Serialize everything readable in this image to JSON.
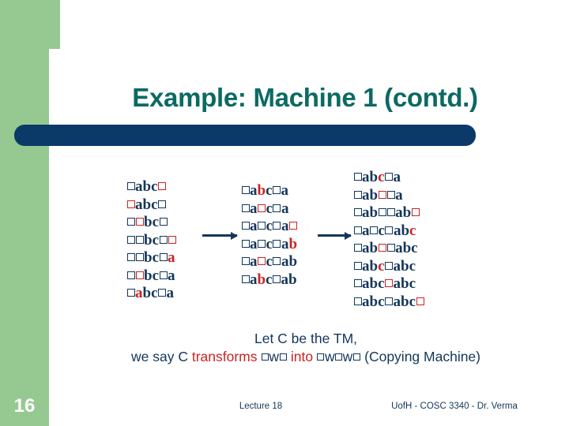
{
  "slide": {
    "title": "Example: Machine 1 (contd.)",
    "page_number": "16",
    "footer_left": "Lecture 18",
    "footer_right": "UofH - COSC 3340 - Dr. Verma",
    "colors": {
      "green": "#96c992",
      "navy_bar": "#0b3a69",
      "title_teal": "#0b6a63",
      "text_blue": "#14365a",
      "highlight_red": "#cc2222"
    }
  },
  "columns": [
    {
      "name": "column-1",
      "rows": [
        {
          "tokens": [
            {
              "t": "box",
              "c": "blue"
            },
            {
              "t": "text",
              "v": "abc",
              "c": "blue"
            },
            {
              "t": "box",
              "c": "red"
            }
          ]
        },
        {
          "tokens": [
            {
              "t": "box",
              "c": "red"
            },
            {
              "t": "text",
              "v": "abc",
              "c": "blue"
            },
            {
              "t": "box",
              "c": "blue"
            }
          ]
        },
        {
          "tokens": [
            {
              "t": "box",
              "c": "blue"
            },
            {
              "t": "box",
              "c": "red"
            },
            {
              "t": "text",
              "v": "bc",
              "c": "blue"
            },
            {
              "t": "box",
              "c": "blue"
            }
          ]
        },
        {
          "tokens": [
            {
              "t": "box",
              "c": "blue"
            },
            {
              "t": "box",
              "c": "blue"
            },
            {
              "t": "text",
              "v": "bc",
              "c": "blue"
            },
            {
              "t": "box",
              "c": "blue"
            },
            {
              "t": "box",
              "c": "red"
            }
          ]
        },
        {
          "tokens": [
            {
              "t": "box",
              "c": "blue"
            },
            {
              "t": "box",
              "c": "blue"
            },
            {
              "t": "text",
              "v": "bc",
              "c": "blue"
            },
            {
              "t": "box",
              "c": "blue"
            },
            {
              "t": "text",
              "v": "a",
              "c": "red"
            }
          ]
        },
        {
          "tokens": [
            {
              "t": "box",
              "c": "blue"
            },
            {
              "t": "box",
              "c": "red"
            },
            {
              "t": "text",
              "v": "bc",
              "c": "blue"
            },
            {
              "t": "box",
              "c": "blue"
            },
            {
              "t": "text",
              "v": "a",
              "c": "blue"
            }
          ]
        },
        {
          "tokens": [
            {
              "t": "box",
              "c": "blue"
            },
            {
              "t": "text",
              "v": "a",
              "c": "red"
            },
            {
              "t": "text",
              "v": "bc",
              "c": "blue"
            },
            {
              "t": "box",
              "c": "blue"
            },
            {
              "t": "text",
              "v": "a",
              "c": "blue"
            }
          ]
        }
      ]
    },
    {
      "name": "column-2",
      "rows": [
        {
          "tokens": [
            {
              "t": "box",
              "c": "blue"
            },
            {
              "t": "text",
              "v": "a",
              "c": "blue"
            },
            {
              "t": "text",
              "v": "b",
              "c": "red"
            },
            {
              "t": "text",
              "v": "c",
              "c": "blue"
            },
            {
              "t": "box",
              "c": "blue"
            },
            {
              "t": "text",
              "v": "a",
              "c": "blue"
            }
          ]
        },
        {
          "tokens": [
            {
              "t": "box",
              "c": "blue"
            },
            {
              "t": "text",
              "v": "a",
              "c": "blue"
            },
            {
              "t": "box",
              "c": "red"
            },
            {
              "t": "text",
              "v": "c",
              "c": "blue"
            },
            {
              "t": "box",
              "c": "blue"
            },
            {
              "t": "text",
              "v": "a",
              "c": "blue"
            }
          ]
        },
        {
          "tokens": [
            {
              "t": "box",
              "c": "blue"
            },
            {
              "t": "text",
              "v": "a",
              "c": "blue"
            },
            {
              "t": "box",
              "c": "blue"
            },
            {
              "t": "text",
              "v": "c",
              "c": "blue"
            },
            {
              "t": "box",
              "c": "blue"
            },
            {
              "t": "text",
              "v": "a",
              "c": "blue"
            },
            {
              "t": "box",
              "c": "red"
            }
          ]
        },
        {
          "tokens": [
            {
              "t": "box",
              "c": "blue"
            },
            {
              "t": "text",
              "v": "a",
              "c": "blue"
            },
            {
              "t": "box",
              "c": "blue"
            },
            {
              "t": "text",
              "v": "c",
              "c": "blue"
            },
            {
              "t": "box",
              "c": "blue"
            },
            {
              "t": "text",
              "v": "a",
              "c": "blue"
            },
            {
              "t": "text",
              "v": "b",
              "c": "red"
            }
          ]
        },
        {
          "tokens": [
            {
              "t": "box",
              "c": "blue"
            },
            {
              "t": "text",
              "v": "a",
              "c": "blue"
            },
            {
              "t": "box",
              "c": "red"
            },
            {
              "t": "text",
              "v": "c",
              "c": "blue"
            },
            {
              "t": "box",
              "c": "blue"
            },
            {
              "t": "text",
              "v": "ab",
              "c": "blue"
            }
          ]
        },
        {
          "tokens": [
            {
              "t": "box",
              "c": "blue"
            },
            {
              "t": "text",
              "v": "a",
              "c": "blue"
            },
            {
              "t": "text",
              "v": "b",
              "c": "red"
            },
            {
              "t": "text",
              "v": "c",
              "c": "blue"
            },
            {
              "t": "box",
              "c": "blue"
            },
            {
              "t": "text",
              "v": "ab",
              "c": "blue"
            }
          ]
        }
      ]
    },
    {
      "name": "column-3",
      "rows": [
        {
          "tokens": [
            {
              "t": "box",
              "c": "blue"
            },
            {
              "t": "text",
              "v": "ab",
              "c": "blue"
            },
            {
              "t": "text",
              "v": "c",
              "c": "red"
            },
            {
              "t": "box",
              "c": "blue"
            },
            {
              "t": "text",
              "v": "a",
              "c": "blue"
            }
          ]
        },
        {
          "tokens": [
            {
              "t": "box",
              "c": "blue"
            },
            {
              "t": "text",
              "v": "ab",
              "c": "blue"
            },
            {
              "t": "box",
              "c": "red"
            },
            {
              "t": "box",
              "c": "blue"
            },
            {
              "t": "text",
              "v": "a",
              "c": "blue"
            }
          ]
        },
        {
          "tokens": [
            {
              "t": "box",
              "c": "blue"
            },
            {
              "t": "text",
              "v": "ab",
              "c": "blue"
            },
            {
              "t": "box",
              "c": "blue"
            },
            {
              "t": "box",
              "c": "blue"
            },
            {
              "t": "text",
              "v": "ab",
              "c": "blue"
            },
            {
              "t": "box",
              "c": "red"
            }
          ]
        },
        {
          "tokens": [
            {
              "t": "box",
              "c": "blue"
            },
            {
              "t": "text",
              "v": "a",
              "c": "blue"
            },
            {
              "t": "box",
              "c": "blue"
            },
            {
              "t": "text",
              "v": "c",
              "c": "blue"
            },
            {
              "t": "box",
              "c": "blue"
            },
            {
              "t": "text",
              "v": "ab",
              "c": "blue"
            },
            {
              "t": "text",
              "v": "c",
              "c": "red"
            }
          ]
        },
        {
          "tokens": [
            {
              "t": "box",
              "c": "blue"
            },
            {
              "t": "text",
              "v": "ab",
              "c": "blue"
            },
            {
              "t": "box",
              "c": "red"
            },
            {
              "t": "box",
              "c": "blue"
            },
            {
              "t": "text",
              "v": "abc",
              "c": "blue"
            }
          ]
        },
        {
          "tokens": [
            {
              "t": "box",
              "c": "blue"
            },
            {
              "t": "text",
              "v": "ab",
              "c": "blue"
            },
            {
              "t": "text",
              "v": "c",
              "c": "red"
            },
            {
              "t": "box",
              "c": "blue"
            },
            {
              "t": "text",
              "v": "abc",
              "c": "blue"
            }
          ]
        },
        {
          "tokens": [
            {
              "t": "box",
              "c": "blue"
            },
            {
              "t": "text",
              "v": "abc",
              "c": "blue"
            },
            {
              "t": "box",
              "c": "red"
            },
            {
              "t": "text",
              "v": "abc",
              "c": "blue"
            }
          ]
        },
        {
          "tokens": [
            {
              "t": "box",
              "c": "blue"
            },
            {
              "t": "text",
              "v": "abc",
              "c": "blue"
            },
            {
              "t": "box",
              "c": "blue"
            },
            {
              "t": "text",
              "v": "abc",
              "c": "blue"
            },
            {
              "t": "box",
              "c": "red"
            }
          ]
        }
      ]
    }
  ],
  "caption": {
    "line1": "Let C be the TM,",
    "line2_part1": "we say C ",
    "line2_transforms": "transforms",
    "line2_into": "into",
    "line2_tail": "(Copying Machine)",
    "input_word": "□w□",
    "output_word": "□w□w□"
  }
}
